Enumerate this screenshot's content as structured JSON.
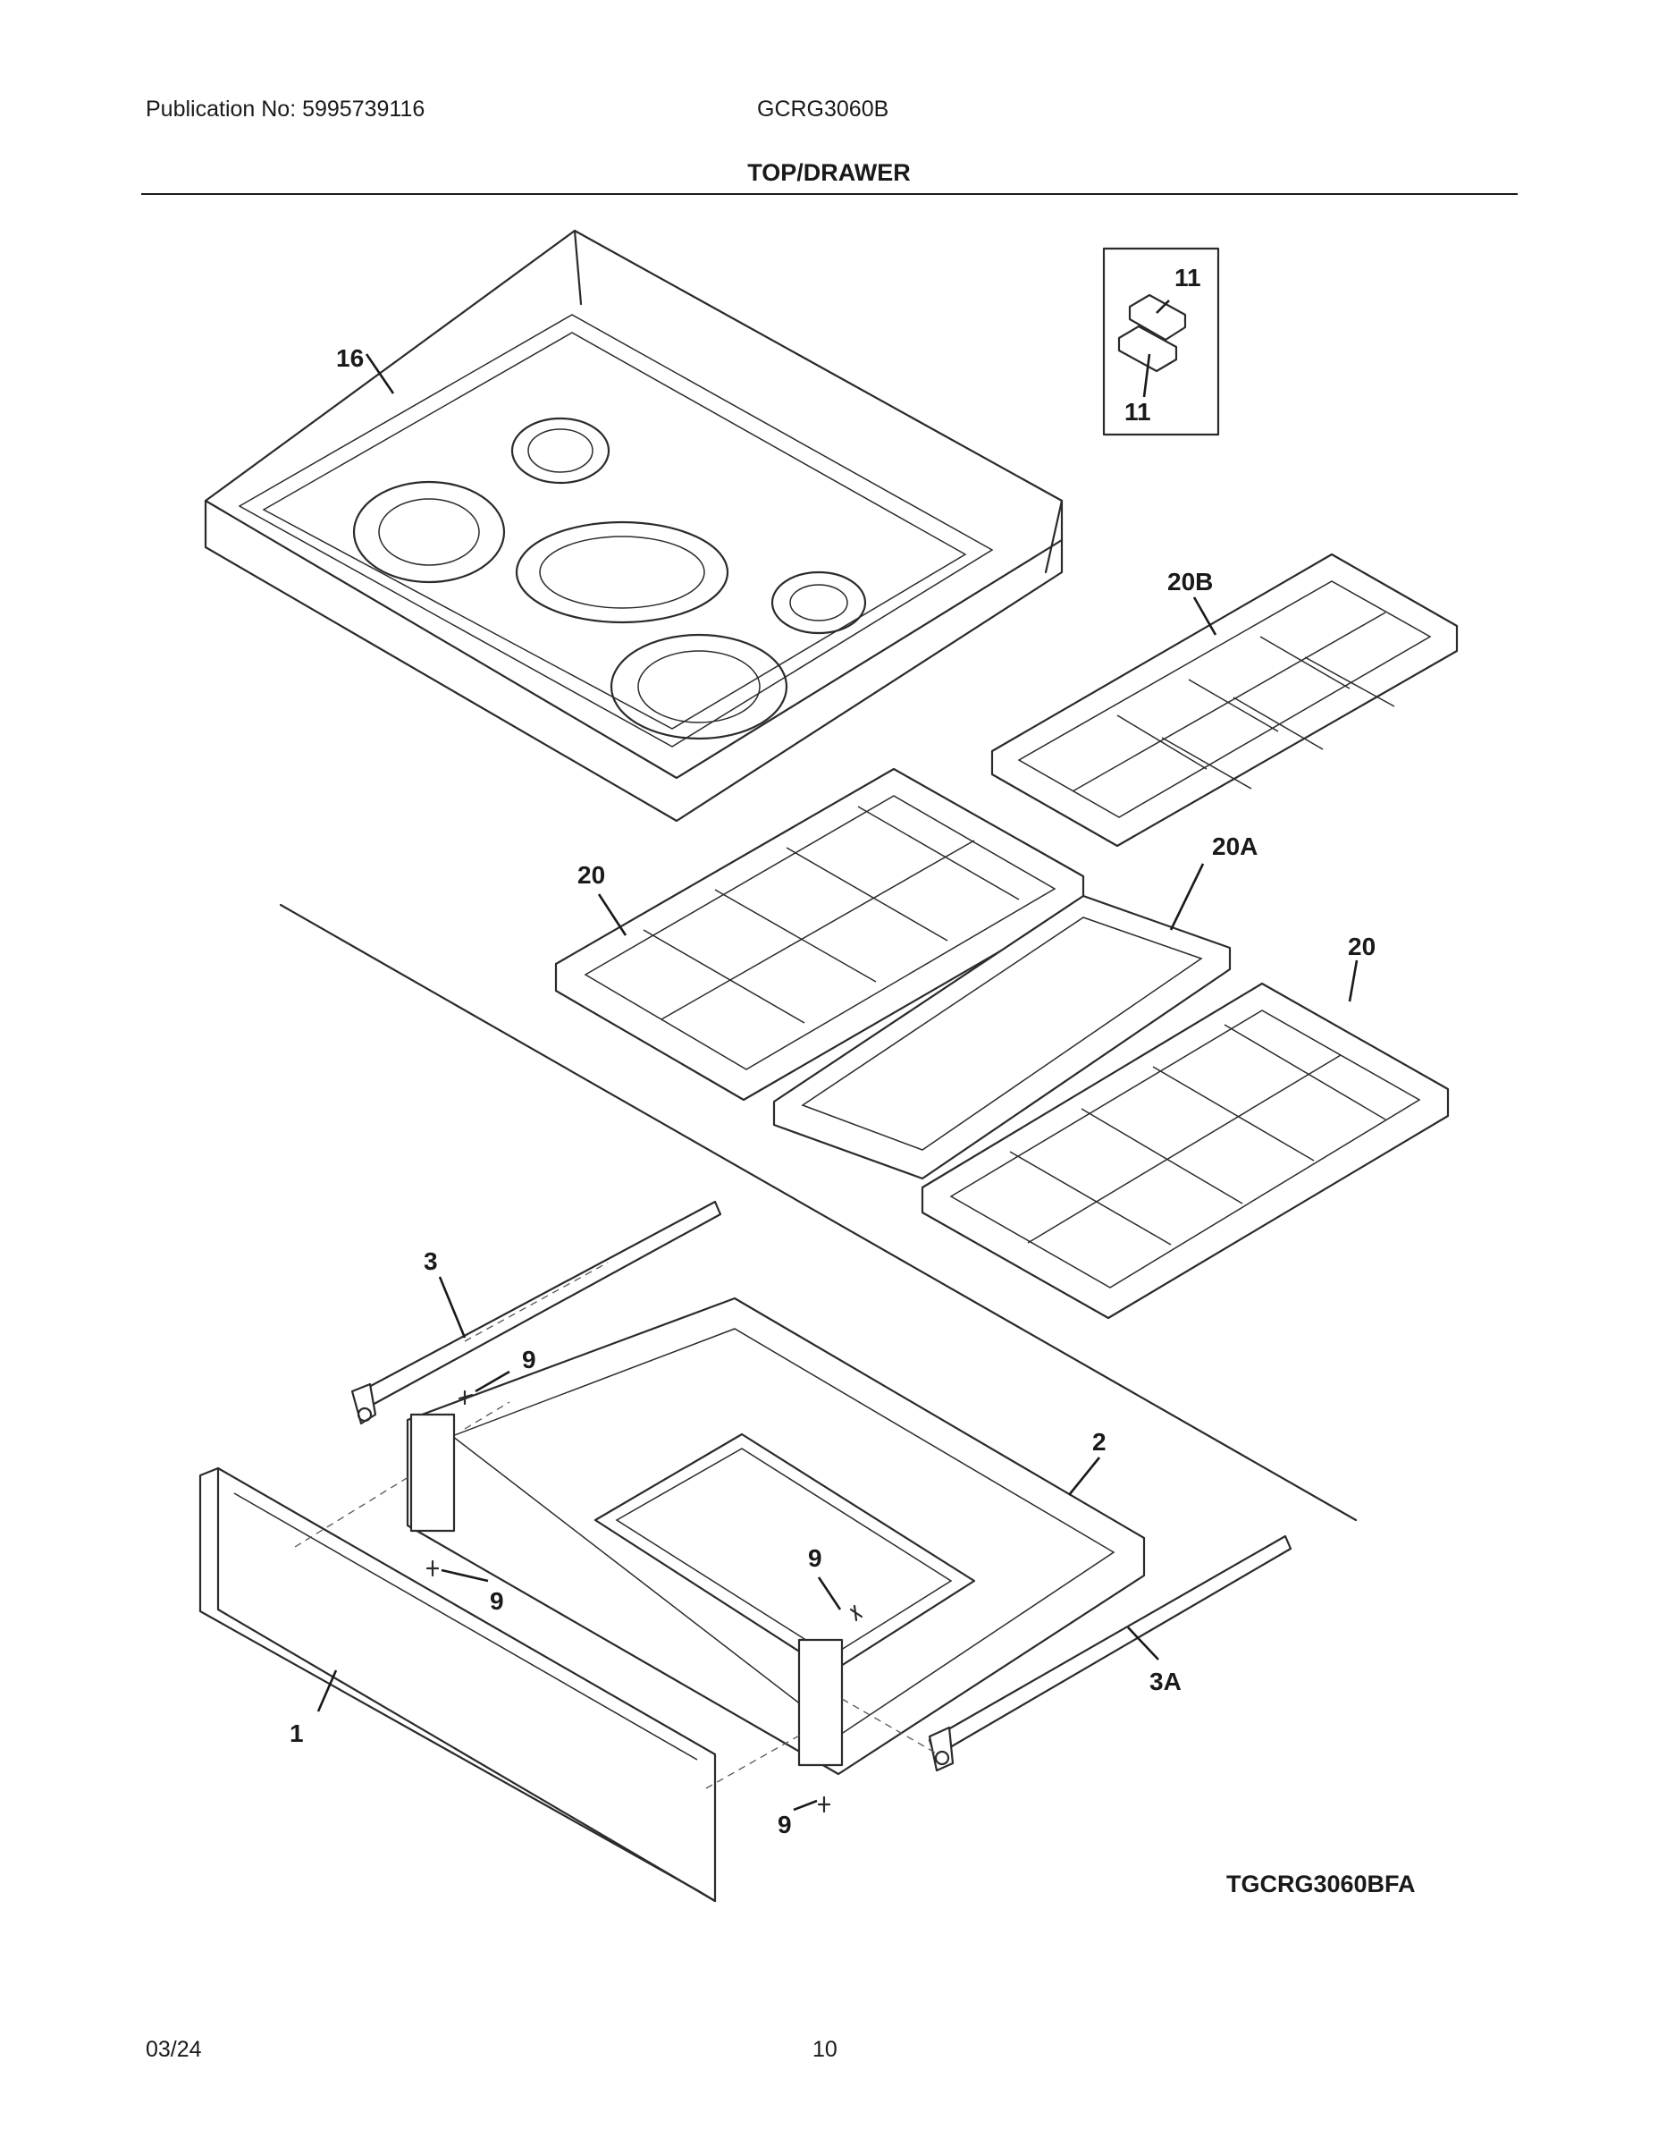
{
  "header": {
    "publication": "Publication No: 5995739116",
    "model": "GCRG3060B",
    "title": "TOP/DRAWER"
  },
  "callouts": {
    "c16": "16",
    "c11a": "11",
    "c11b": "11",
    "c20B": "20B",
    "c20a": "20",
    "c20A": "20A",
    "c20b": "20",
    "c3": "3",
    "c9a": "9",
    "c2": "2",
    "c9b": "9",
    "c9c": "9",
    "c3A": "3A",
    "c1": "1",
    "c9d": "9"
  },
  "figure_id": "TGCRG3060BFA",
  "footer": {
    "date": "03/24",
    "page": "10"
  }
}
